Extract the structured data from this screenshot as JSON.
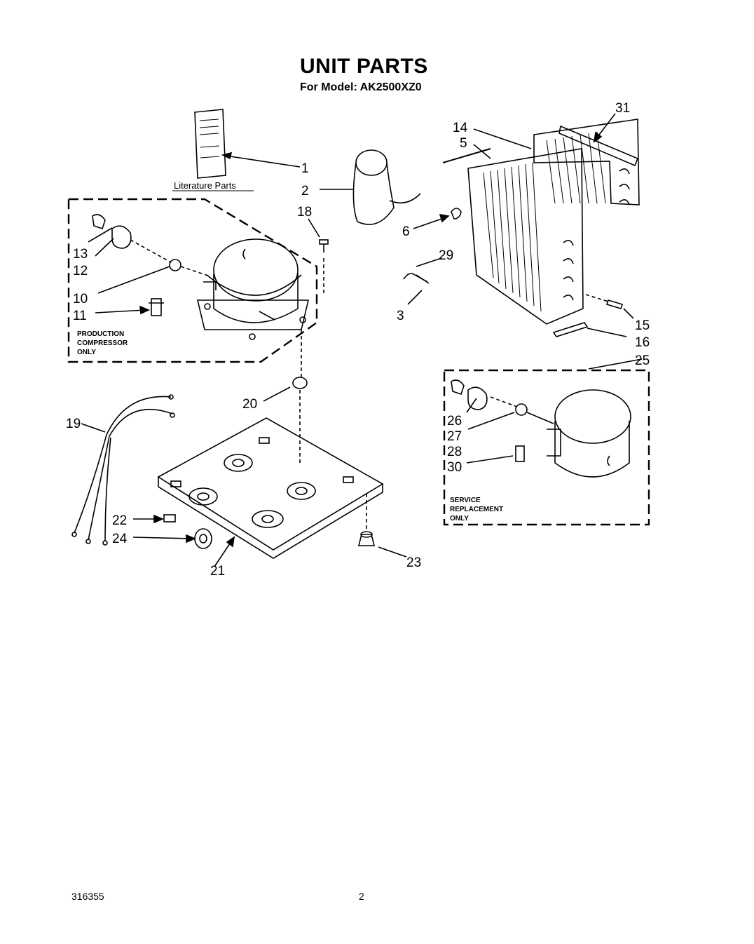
{
  "header": {
    "title": "UNIT PARTS",
    "subtitle": "For Model: AK2500XZ0"
  },
  "labels": {
    "literature": "Literature Parts",
    "production": [
      "PRODUCTION",
      "COMPRESSOR",
      "ONLY"
    ],
    "service": [
      "SERVICE",
      "REPLACEMENT",
      "ONLY"
    ]
  },
  "callouts": [
    "1",
    "2",
    "3",
    "5",
    "6",
    "10",
    "11",
    "12",
    "13",
    "14",
    "15",
    "16",
    "18",
    "19",
    "20",
    "21",
    "22",
    "23",
    "24",
    "25",
    "26",
    "27",
    "28",
    "29",
    "30",
    "31"
  ],
  "footer": {
    "doc_number": "316355",
    "page_number": "2"
  }
}
